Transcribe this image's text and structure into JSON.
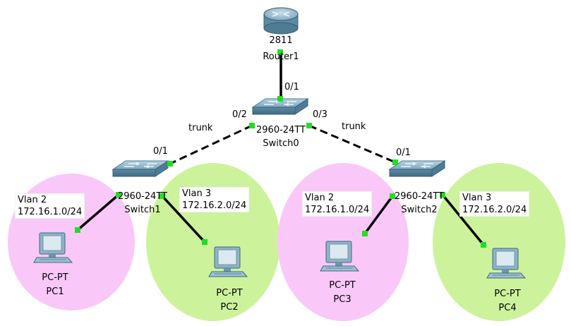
{
  "colors": {
    "vlan2_zone": "#f9c8f9",
    "vlan3_zone": "#ccf39c",
    "link": "#000000",
    "port_led": "#22dd22",
    "device_blue": "#6f9fb8"
  },
  "router": {
    "model": "2811",
    "name": "Router1",
    "icon": "router-icon"
  },
  "switch0": {
    "model": "2960-24TT",
    "name": "Switch0",
    "icon": "switch-icon"
  },
  "switch1": {
    "model": "2960-24TT",
    "name": "Switch1",
    "icon": "switch-icon"
  },
  "switch2": {
    "model": "2960-24TT",
    "name": "Switch2",
    "icon": "switch-icon"
  },
  "ports": {
    "router_switch0": "0/1",
    "switch0_left": "0/2",
    "switch0_right": "0/3",
    "switch1_uplink": "0/1",
    "switch2_uplink": "0/1"
  },
  "links": {
    "trunk_left": "trunk",
    "trunk_right": "trunk"
  },
  "vlans": {
    "pc1": {
      "name": "Vlan 2",
      "subnet": "172.16.1.0/24"
    },
    "pc2": {
      "name": "Vlan 3",
      "subnet": "172.16.2.0/24"
    },
    "pc3": {
      "name": "Vlan 2",
      "subnet": "172.16.1.0/24"
    },
    "pc4": {
      "name": "Vlan 3",
      "subnet": "172.16.2.0/24"
    }
  },
  "pcs": [
    {
      "type": "PC-PT",
      "name": "PC1",
      "icon": "pc-icon"
    },
    {
      "type": "PC-PT",
      "name": "PC2",
      "icon": "pc-icon"
    },
    {
      "type": "PC-PT",
      "name": "PC3",
      "icon": "pc-icon"
    },
    {
      "type": "PC-PT",
      "name": "PC4",
      "icon": "pc-icon"
    }
  ]
}
